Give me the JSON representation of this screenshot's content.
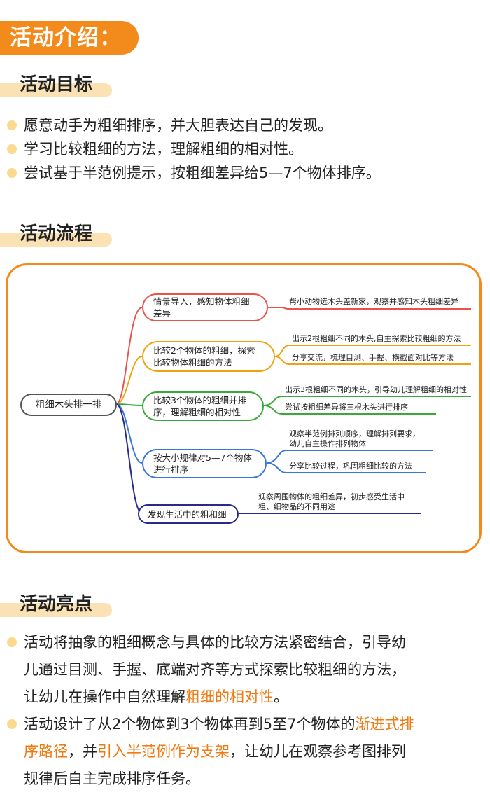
{
  "header": {
    "title": "活动介绍："
  },
  "goals": {
    "heading": "活动目标",
    "items": [
      "愿意动手为粗细排序，并大胆表达自己的发现。",
      "学习比较粗细的方法，理解粗细的相对性。",
      "尝试基于半范例提示，按粗细差异给5—7个物体排序。"
    ]
  },
  "process": {
    "heading": "活动流程",
    "mindmap": {
      "root": "粗细木头排一排",
      "branches": [
        {
          "color": "#e8544a",
          "label_l1": "情景导入，感知物体粗细",
          "label_l2": "差异",
          "leaves": [
            "帮小动物选木头盖新家，观察并感知木头粗细差异"
          ]
        },
        {
          "color": "#f0a20e",
          "label_l1": "比较2个物体的粗细，探索",
          "label_l2": "比较物体粗细的方法",
          "leaves": [
            "出示2根粗细不同的木头,自主探索比较粗细的方法",
            "分享交流，梳理目测、手握、横截面对比等方法"
          ]
        },
        {
          "color": "#3aa93a",
          "label_l1": "比较3个物体的粗细并排",
          "label_l2": "序，理解粗细的相对性",
          "leaves": [
            "出示3根粗细不同的木头，引导幼儿理解粗细的相对性",
            "尝试按粗细差异将三根木头进行排序"
          ]
        },
        {
          "color": "#3a78d6",
          "label_l1": "按大小规律对5—7个物体",
          "label_l2": "进行排序",
          "leaves": [
            "观察半范例排列顺序，理解排列要求，",
            "幼儿自主操作排列物体",
            "分享比较过程，巩固粗细比较的方法"
          ]
        },
        {
          "color": "#2a2a8a",
          "label_l1": "发现生活中的粗和细",
          "label_l2": "",
          "leaves": [
            "观察周围物体的粗细差异，初步感受生活中",
            "粗、细物品的不同用途"
          ]
        }
      ]
    }
  },
  "highlights": {
    "heading": "活动亮点",
    "items": [
      {
        "line1": "活动将抽象的粗细概念与具体的比较方法紧密结合，引导幼",
        "line2": "儿通过目测、手握、底端对齐等方式探索比较粗细的方法，",
        "line3_a": "让幼儿在操作中自然理解",
        "line3_hl": "粗细的相对性",
        "line3_b": "。"
      },
      {
        "line1_a": "活动设计了从2个物体到3个物体再到5至7个物体的",
        "line1_hl": "渐进式排",
        "line2_hl1": "序路径",
        "line2_a": "，并",
        "line2_hl2": "引入半范例作为支架",
        "line2_b": "，让幼儿在观察参考图排列",
        "line3": "规律后自主完成排序任务。"
      }
    ]
  },
  "colors": {
    "accent": "#f28a1c",
    "highlight_text": "#ef7a12",
    "section_bar": "#fbe2b4",
    "bullet": "#fbd98f"
  }
}
